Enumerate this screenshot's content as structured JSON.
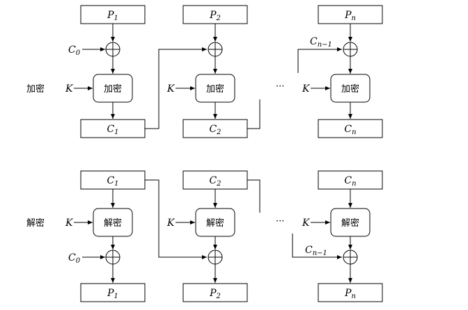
{
  "labels": {
    "encrypt_row": "加密",
    "decrypt_row": "解密",
    "encrypt_op": "加密",
    "decrypt_op": "解密",
    "key": "K",
    "ellipsis": "···"
  },
  "encryption": {
    "plaintexts": [
      {
        "base": "P",
        "sub": "1"
      },
      {
        "base": "P",
        "sub": "2"
      },
      {
        "base": "P",
        "sub": "n"
      }
    ],
    "xor_inputs": [
      {
        "base": "C",
        "sub": "0"
      },
      {
        "base": "C",
        "sub": "n−1"
      }
    ],
    "ciphertexts": [
      {
        "base": "C",
        "sub": "1"
      },
      {
        "base": "C",
        "sub": "2"
      },
      {
        "base": "C",
        "sub": "n"
      }
    ]
  },
  "decryption": {
    "ciphertexts": [
      {
        "base": "C",
        "sub": "1"
      },
      {
        "base": "C",
        "sub": "2"
      },
      {
        "base": "C",
        "sub": "n"
      }
    ],
    "xor_inputs": [
      {
        "base": "C",
        "sub": "0"
      },
      {
        "base": "C",
        "sub": "n−1"
      }
    ],
    "plaintexts": [
      {
        "base": "P",
        "sub": "1"
      },
      {
        "base": "P",
        "sub": "2"
      },
      {
        "base": "P",
        "sub": "n"
      }
    ]
  }
}
